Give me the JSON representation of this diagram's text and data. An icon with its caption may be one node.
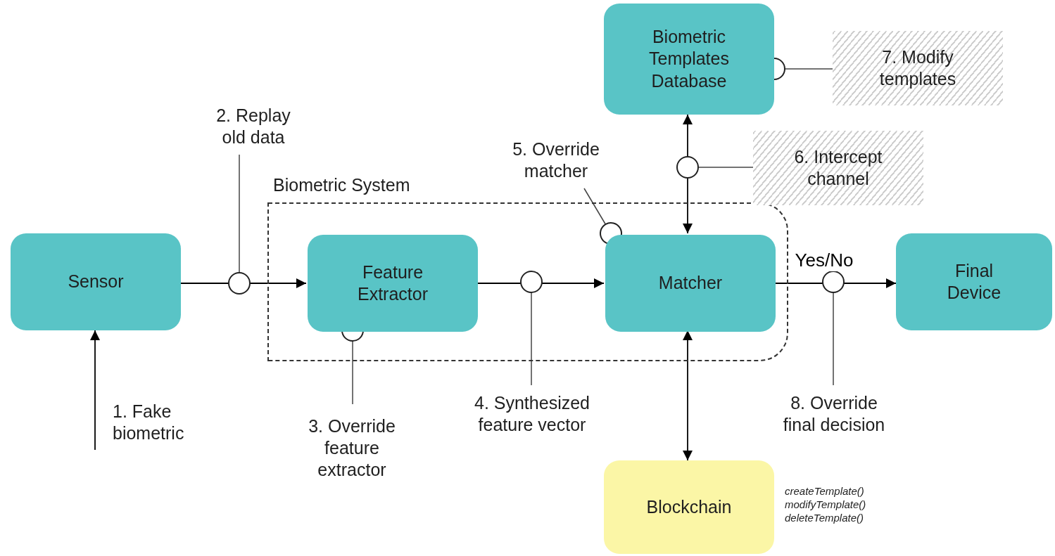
{
  "diagram": {
    "nodes": [
      {
        "text": [
          "Biometric Templates Database"
        ]
      },
      {
        "text": [
          "7. Modify templates"
        ]
      },
      {
        "text": [
          "2. Replay old data"
        ]
      },
      {
        "text": [
          "5. Override matcher"
        ]
      },
      {
        "text": [
          "6. Intercept channel"
        ]
      },
      {
        "text": [
          "Biometric System"
        ]
      },
      {
        "text": [
          "Sensor"
        ]
      },
      {
        "text": [
          "Feature Extractor"
        ],
        "in": 5
      },
      {
        "text": [
          "Matcher"
        ],
        "in": 5
      },
      {
        "text": [
          "Final Device"
        ]
      },
      {
        "text": [
          "1. Fake biometric"
        ]
      },
      {
        "text": [
          "3. Override feature extractor"
        ]
      },
      {
        "text": [
          "4. Synthesized feature vector"
        ]
      },
      {
        "text": [
          "8. Override final decision"
        ]
      },
      {
        "text": [
          "Blockchain"
        ],
        "beside": [
          "createTemplate()",
          "modifyTemplate()",
          "deleteTemplate()"
        ]
      }
    ],
    "edges": [
      {
        "from": 10,
        "to": 6,
        "arrow": "to"
      },
      {
        "from": 6,
        "to": 7,
        "arrow": "to"
      },
      {
        "from": 7,
        "to": 8,
        "arrow": "to"
      },
      {
        "from": 8,
        "to": 9,
        "arrow": "to",
        "label": "Yes/No"
      },
      {
        "from": 0,
        "to": 8,
        "arrow": "both"
      },
      {
        "from": 8,
        "to": 14,
        "arrow": "both"
      },
      {
        "from": 2,
        "to": null,
        "arrow": "other"
      },
      {
        "from": 11,
        "to": 7,
        "arrow": "other"
      },
      {
        "from": 12,
        "to": null,
        "arrow": "other"
      },
      {
        "from": 3,
        "to": 8,
        "arrow": "other"
      },
      {
        "from": 4,
        "to": null,
        "arrow": "other"
      },
      {
        "from": 1,
        "to": 0,
        "arrow": "other"
      },
      {
        "from": 13,
        "to": null,
        "arrow": "other"
      }
    ]
  }
}
